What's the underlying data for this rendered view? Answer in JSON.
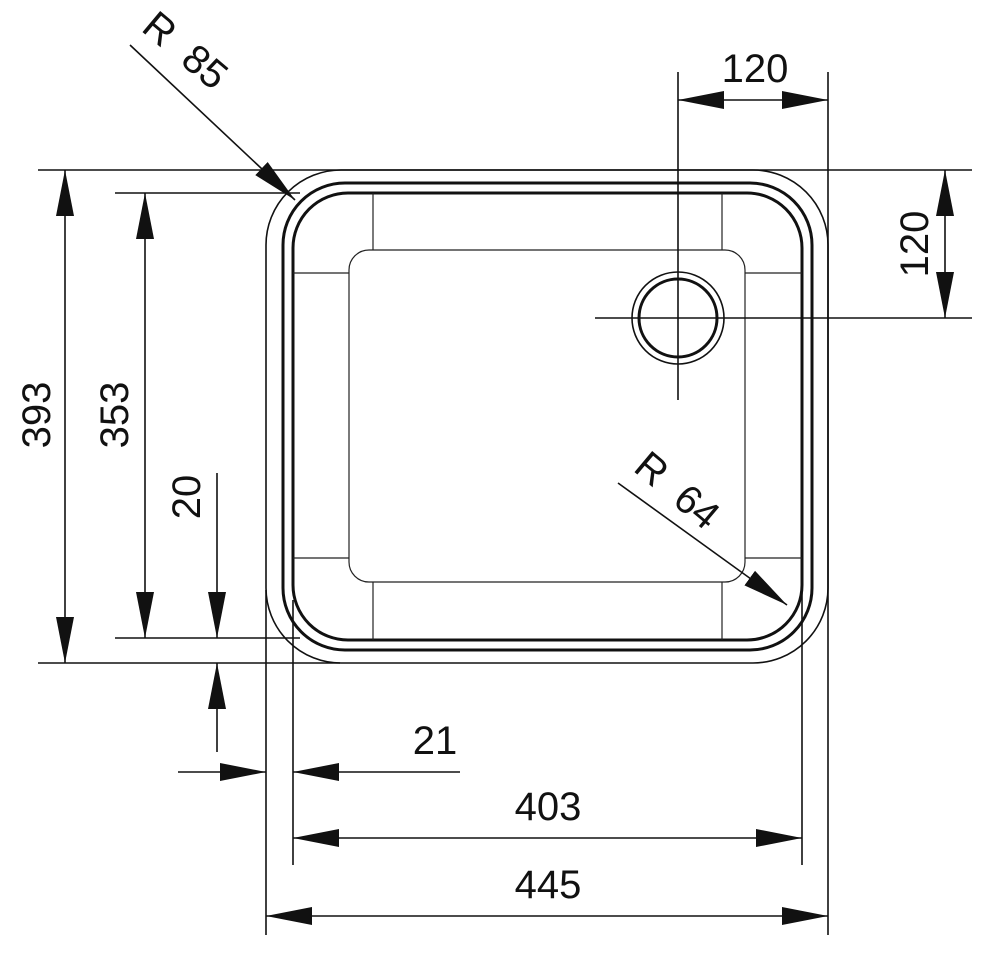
{
  "drawing": {
    "title": "Sink dimension drawing",
    "dimensions": {
      "radius_outer": "R  85",
      "radius_inner": "R  64",
      "drain_offset_x": "120",
      "drain_offset_y": "120",
      "outer_depth": "393",
      "inner_depth": "353",
      "rim_front": "20",
      "rim_side": "21",
      "inner_width": "403",
      "outer_width": "445"
    },
    "colors": {
      "line": "#111111",
      "background": "#ffffff"
    }
  }
}
